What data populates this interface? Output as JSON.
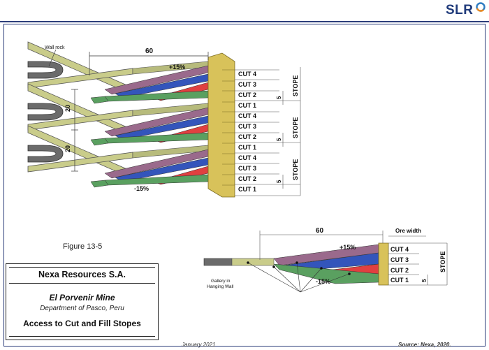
{
  "header": {
    "logo_text": "SLR"
  },
  "figure": {
    "number_label": "Figure 13-5",
    "company": "Nexa Resources S.A.",
    "mine": "El Porvenir Mine",
    "location": "Department of Pasco, Peru",
    "title": "Access to Cut and Fill Stopes"
  },
  "footer": {
    "date": "January 2021",
    "source": "Source: Nexa, 2020."
  },
  "diagram_top": {
    "wall_rock_label": "Wall rock",
    "length_label": "60",
    "spacing_labels": [
      "20",
      "20"
    ],
    "grade_up": "+15%",
    "grade_down": "-15%",
    "cut_labels": [
      "CUT 4",
      "CUT 3",
      "CUT 2",
      "CUT 1",
      "CUT 4",
      "CUT 3",
      "CUT 2",
      "CUT 1",
      "CUT 4",
      "CUT 3",
      "CUT 2",
      "CUT 1"
    ],
    "stope_label": "STOPE",
    "cut_height_label": "5"
  },
  "diagram_bottom": {
    "length_label": "60",
    "ore_width_label": "Ore width",
    "grade_up": "+15%",
    "grade_down": "-15%",
    "gallery_label_line1": "Gallery in",
    "gallery_label_line2": "Hanging Wall",
    "cut_labels": [
      "CUT 4",
      "CUT 3",
      "CUT 2",
      "CUT 1"
    ],
    "stope_label": "STOPE",
    "cut_height_label": "5"
  },
  "colors": {
    "frame": "#2c3d7a",
    "ore_body": "#d8c25a",
    "gallery": "#c9cc8a",
    "wall_rock_tube": "#6b6b6b",
    "cut4_ramp": "#9a6a8c",
    "cut3_ramp": "#3355bb",
    "cut2_ramp": "#e04040",
    "cut1_ramp": "#5aa060"
  }
}
